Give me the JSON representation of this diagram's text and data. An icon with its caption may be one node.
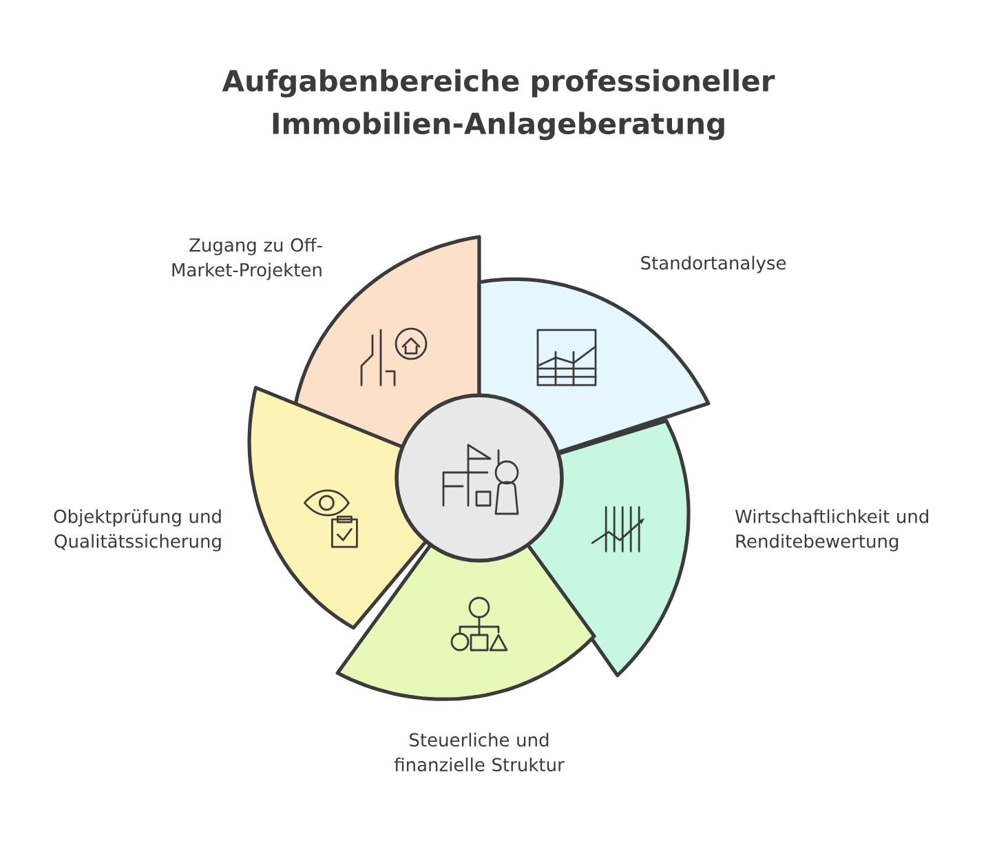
{
  "diagram": {
    "title": "Aufgabenbereiche professioneller Immobilien-Anlageberatung",
    "nodes": [
      {
        "text": [
          "Zugang zu Off-Market-Projekten"
        ]
      },
      {
        "text": [
          "Standortanalyse"
        ]
      },
      {
        "text": [
          "Objektprüfung und Qualitätssicherung"
        ]
      },
      {
        "text": [
          "Wirtschaftlichkeit und Renditebewertung"
        ]
      },
      {
        "text": [
          "Steuerliche und finanzielle Struktur"
        ]
      },
      {
        "text": [],
        "shape": "circle"
      }
    ],
    "edges": []
  }
}
